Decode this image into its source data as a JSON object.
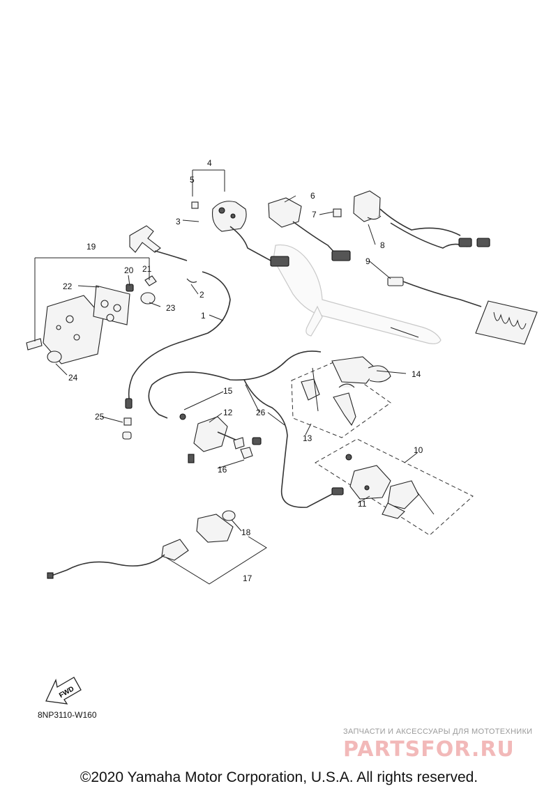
{
  "callouts": [
    "1",
    "2",
    "3",
    "4",
    "5",
    "6",
    "7",
    "8",
    "9",
    "10",
    "11",
    "12",
    "13",
    "14",
    "15",
    "16",
    "17",
    "18",
    "19",
    "20",
    "21",
    "22",
    "23",
    "24",
    "25",
    "26"
  ],
  "fwd_label": "FWD",
  "diagram_code": "8NP3110-W160",
  "watermark": {
    "tagline": "ЗАПЧАСТИ И АКСЕССУАРЫ ДЛЯ МОТОТЕХНИКИ",
    "brand": "PARTSFOR.RU"
  },
  "copyright": "©2020 Yamaha Motor Corporation, U.S.A. All rights reserved."
}
